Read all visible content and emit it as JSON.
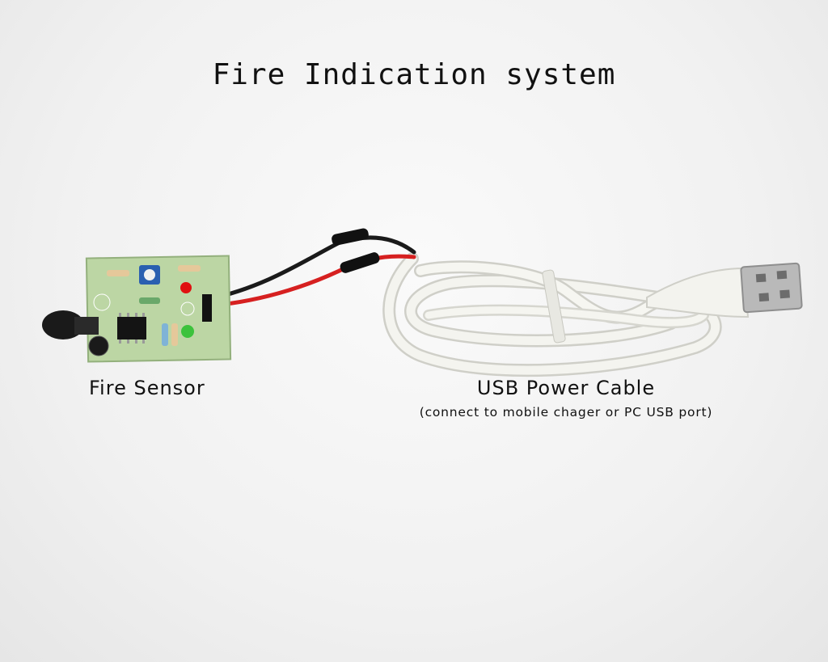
{
  "title": "Fire Indication system",
  "labels": {
    "fire_sensor": "Fire Sensor",
    "usb_cable": "USB Power Cable",
    "usb_cable_note": "(connect to mobile chager or PC USB port)"
  },
  "colors": {
    "pcb": "#bcd6a4",
    "cable": "#f2f2ec",
    "wire_black": "#1a1a1a",
    "wire_red": "#d62020"
  }
}
